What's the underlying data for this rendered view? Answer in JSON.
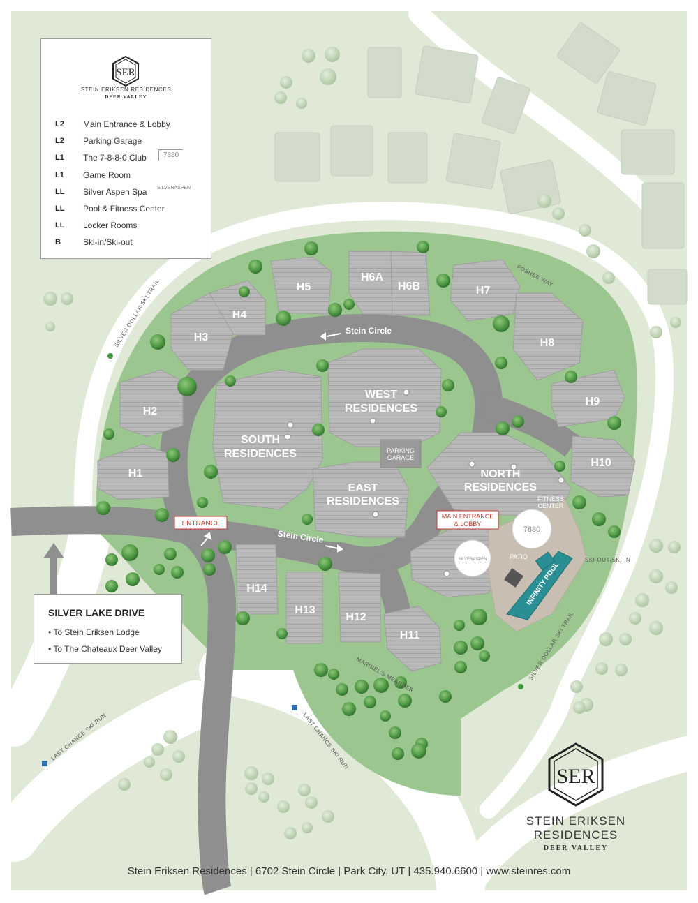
{
  "legend": {
    "brand_name": "STEIN ERIKSEN RESIDENCES",
    "brand_sub": "DEER VALLEY",
    "items": [
      {
        "level": "L2",
        "label": "Main Entrance & Lobby"
      },
      {
        "level": "L2",
        "label": "Parking Garage"
      },
      {
        "level": "L1",
        "label": "The 7-8-8-0 Club"
      },
      {
        "level": "L1",
        "label": "Game Room"
      },
      {
        "level": "LL",
        "label": "Silver Aspen Spa"
      },
      {
        "level": "LL",
        "label": "Pool & Fitness Center"
      },
      {
        "level": "LL",
        "label": "Locker Rooms"
      },
      {
        "level": "B",
        "label": "Ski-in/Ski-out"
      }
    ],
    "club_badge": "7880",
    "spa_badge": "SILVERASPEN"
  },
  "buildings": {
    "h1": "H1",
    "h2": "H2",
    "h3": "H3",
    "h4": "H4",
    "h5": "H5",
    "h6a": "H6A",
    "h6b": "H6B",
    "h7": "H7",
    "h8": "H8",
    "h9": "H9",
    "h10": "H10",
    "h11": "H11",
    "h12": "H12",
    "h13": "H13",
    "h14": "H14",
    "south": [
      "SOUTH",
      "RESIDENCES"
    ],
    "west": [
      "WEST",
      "RESIDENCES"
    ],
    "east": [
      "EAST",
      "RESIDENCES"
    ],
    "north": [
      "NORTH",
      "RESIDENCES"
    ]
  },
  "labels": {
    "parking": [
      "PARKING",
      "GARAGE"
    ],
    "fitness": [
      "FITNESS",
      "CENTER"
    ],
    "main_entrance": [
      "MAIN ENTRANCE",
      "& LOBBY"
    ],
    "entrance": "ENTRANCE",
    "patio": "PATIO",
    "pool": "INFINITY POOL",
    "stein_circle_top": "Stein Circle",
    "stein_circle_bottom": "Stein Circle",
    "foshee": "FOSHEE WAY",
    "silver_dollar_left": "SILVER DOLLAR SKI TRAIL",
    "silver_dollar_right": "SILVER DOLLAR SKI TRAIL",
    "ski_out": "SKI-OUT/SKI-IN",
    "marinels": "MARINEL'S MEANDER",
    "last_chance_left": "LAST CHANCE SKI RUN",
    "last_chance_right": "LAST CHANCE SKI RUN",
    "club_badge": "7880",
    "spa_badge": "SILVERASPEN"
  },
  "silver_lake": {
    "title": "SILVER LAKE DRIVE",
    "items": [
      "• To Stein Eriksen Lodge",
      "• To The Chateaux Deer Valley"
    ]
  },
  "brand": {
    "name": "STEIN ERIKSEN RESIDENCES",
    "sub": "DEER VALLEY"
  },
  "footer": "Stein Eriksen Residences | 6702 Stein Circle | Park City, UT | 435.940.6600 | www.steinres.com",
  "colors": {
    "light_green": "#dfe9d6",
    "mid_green": "#9cc690",
    "road": "#8f8f8f",
    "building": "#b5b5b5",
    "neighbor": "#d3dbcd",
    "pool": "#2a8f95",
    "label_red": "#c0392b"
  }
}
